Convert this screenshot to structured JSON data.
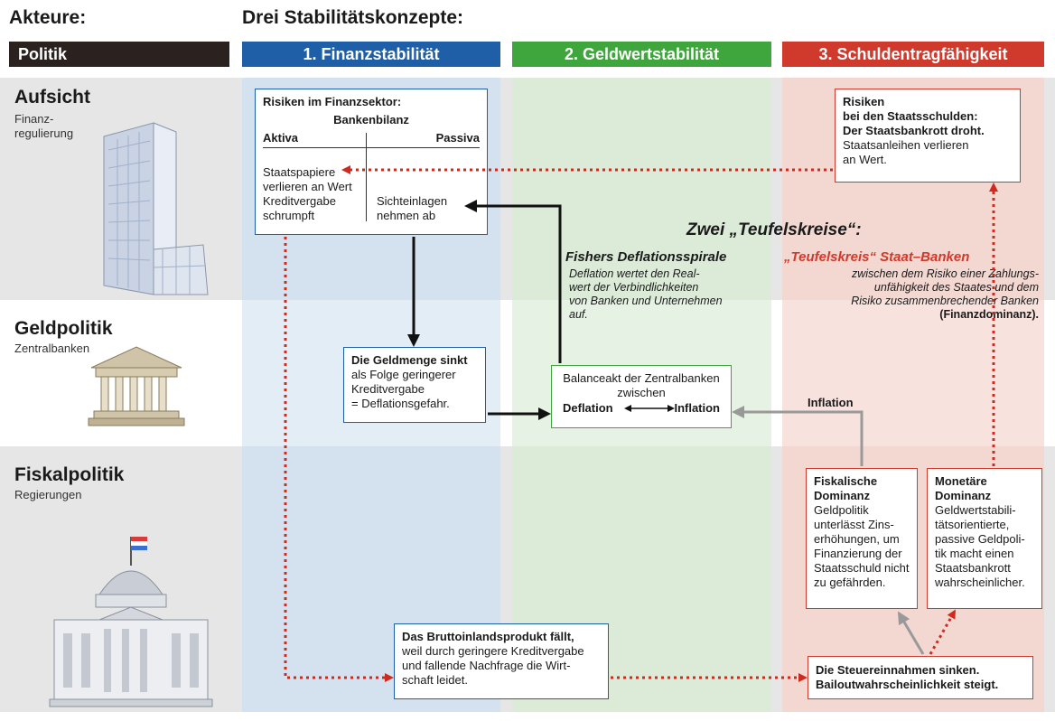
{
  "header": {
    "actors_label": "Akteure:",
    "concepts_label": "Drei Stabilitätskonzepte:",
    "columns": [
      {
        "label": "Politik",
        "color": "#2b2220"
      },
      {
        "label": "1. Finanzstabilität",
        "color": "#1f5fa8"
      },
      {
        "label": "2. Geldwertstabilität",
        "color": "#3ea63c"
      },
      {
        "label": "3. Schuldentragfähigkeit",
        "color": "#cf3a2c"
      }
    ]
  },
  "actors": [
    {
      "title": "Aufsicht",
      "subtitle": [
        "Finanz-",
        "regulierung"
      ],
      "icon": "bank-tower-icon"
    },
    {
      "title": "Geldpolitik",
      "subtitle": [
        "Zentralbanken"
      ],
      "icon": "central-bank-building-icon"
    },
    {
      "title": "Fiskalpolitik",
      "subtitle": [
        "Regierungen"
      ],
      "icon": "parliament-building-icon"
    }
  ],
  "colors": {
    "band_gray": "#e6e6e6",
    "band_blue": "#cfe0ef",
    "band_green": "#d8ebd5",
    "band_red": "#f4d3cc",
    "arrow_red": "#d0291d",
    "arrow_black": "#111111",
    "arrow_gray": "#999999"
  },
  "boxes": {
    "risiken_finanz": {
      "title": "Risiken im Finanzsektor:",
      "balance_title": "Bankenbilanz",
      "aktiva": "Aktiva",
      "passiva": "Passiva",
      "aktiva_items": [
        "Staatspapiere",
        "verlieren an Wert",
        "Kreditvergabe",
        "schrumpft"
      ],
      "passiva_items": [
        "Sichteinlagen",
        "nehmen ab"
      ]
    },
    "risiken_staat": {
      "title": [
        "Risiken",
        "bei den Staatsschulden:",
        "Der Staatsbankrott droht."
      ],
      "text": [
        "Staatsanleihen verlieren",
        "an Wert."
      ]
    },
    "geldmenge": {
      "title": "Die Geldmenge sinkt",
      "text": [
        "als Folge geringerer",
        "Kreditvergabe",
        "= Deflationsgefahr."
      ]
    },
    "balanceakt": {
      "text": [
        "Balanceakt der Zentralbanken",
        "zwischen"
      ],
      "left": "Deflation",
      "right": "Inflation"
    },
    "bip": {
      "title": "Das Bruttoinlandsprodukt fällt,",
      "text": [
        "weil durch geringere Kreditvergabe",
        "und fallende Nachfrage die Wirt-",
        "schaft leidet."
      ]
    },
    "steuer": {
      "lines": [
        "Die Steuereinnahmen sinken.",
        "Bailoutwahrscheinlichkeit steigt."
      ]
    },
    "fiskal_dom": {
      "title": [
        "Fiskalische",
        "Dominanz"
      ],
      "text": [
        "Geldpolitik",
        "unterlässt Zins-",
        "erhöhungen, um",
        "Finanzierung der",
        "Staatsschuld nicht",
        "zu gefährden."
      ]
    },
    "monetaer_dom": {
      "title": [
        "Monetäre",
        "Dominanz"
      ],
      "text": [
        "Geldwertstabili-",
        "tätsorientierte,",
        "passive Geldpoli-",
        "tik macht einen",
        "Staatsbankrott",
        "wahrscheinlicher."
      ]
    }
  },
  "annotations": {
    "zwei_teufelskreise": "Zwei „Teufelskreise“:",
    "fisher_title": "Fishers Deflationsspirale",
    "fisher_text": [
      "Deflation wertet den Real-",
      "wert der Verbindlichkeiten",
      "von Banken und Unternehmen",
      "auf."
    ],
    "teufelskreis_title": "„Teufelskreis“ Staat–Banken",
    "teufelskreis_text": [
      "zwischen dem Risiko einer Zahlungs-",
      "unfähigkeit des Staates und dem",
      "Risiko zusammenbrechender Banken"
    ],
    "teufelskreis_bold": "(Finanzdominanz).",
    "inflation_label": "Inflation"
  }
}
